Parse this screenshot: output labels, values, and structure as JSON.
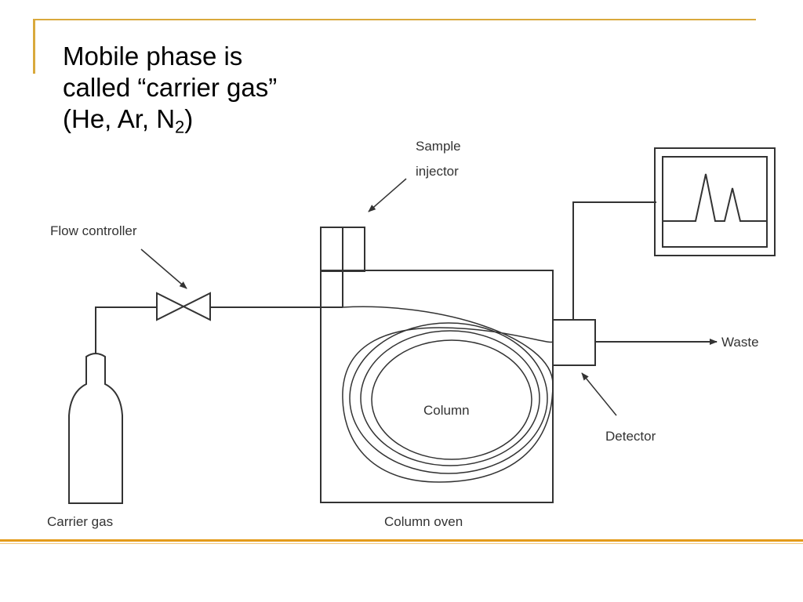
{
  "slide": {
    "heading_line1": "Mobile phase is",
    "heading_line2": "called “carrier gas”",
    "heading_line3_prefix": "(He, Ar, N",
    "heading_line3_subscript": "2",
    "heading_line3_suffix": ")"
  },
  "diagram": {
    "labels": {
      "sample_injector_line1": "Sample",
      "sample_injector_line2": "injector",
      "flow_controller": "Flow controller",
      "waste": "Waste",
      "column": "Column",
      "detector": "Detector",
      "carrier_gas": "Carrier gas",
      "column_oven": "Column oven"
    }
  },
  "theme": {
    "accent": "#e39a19",
    "rule": "#d9a93c",
    "line": "#333333"
  }
}
